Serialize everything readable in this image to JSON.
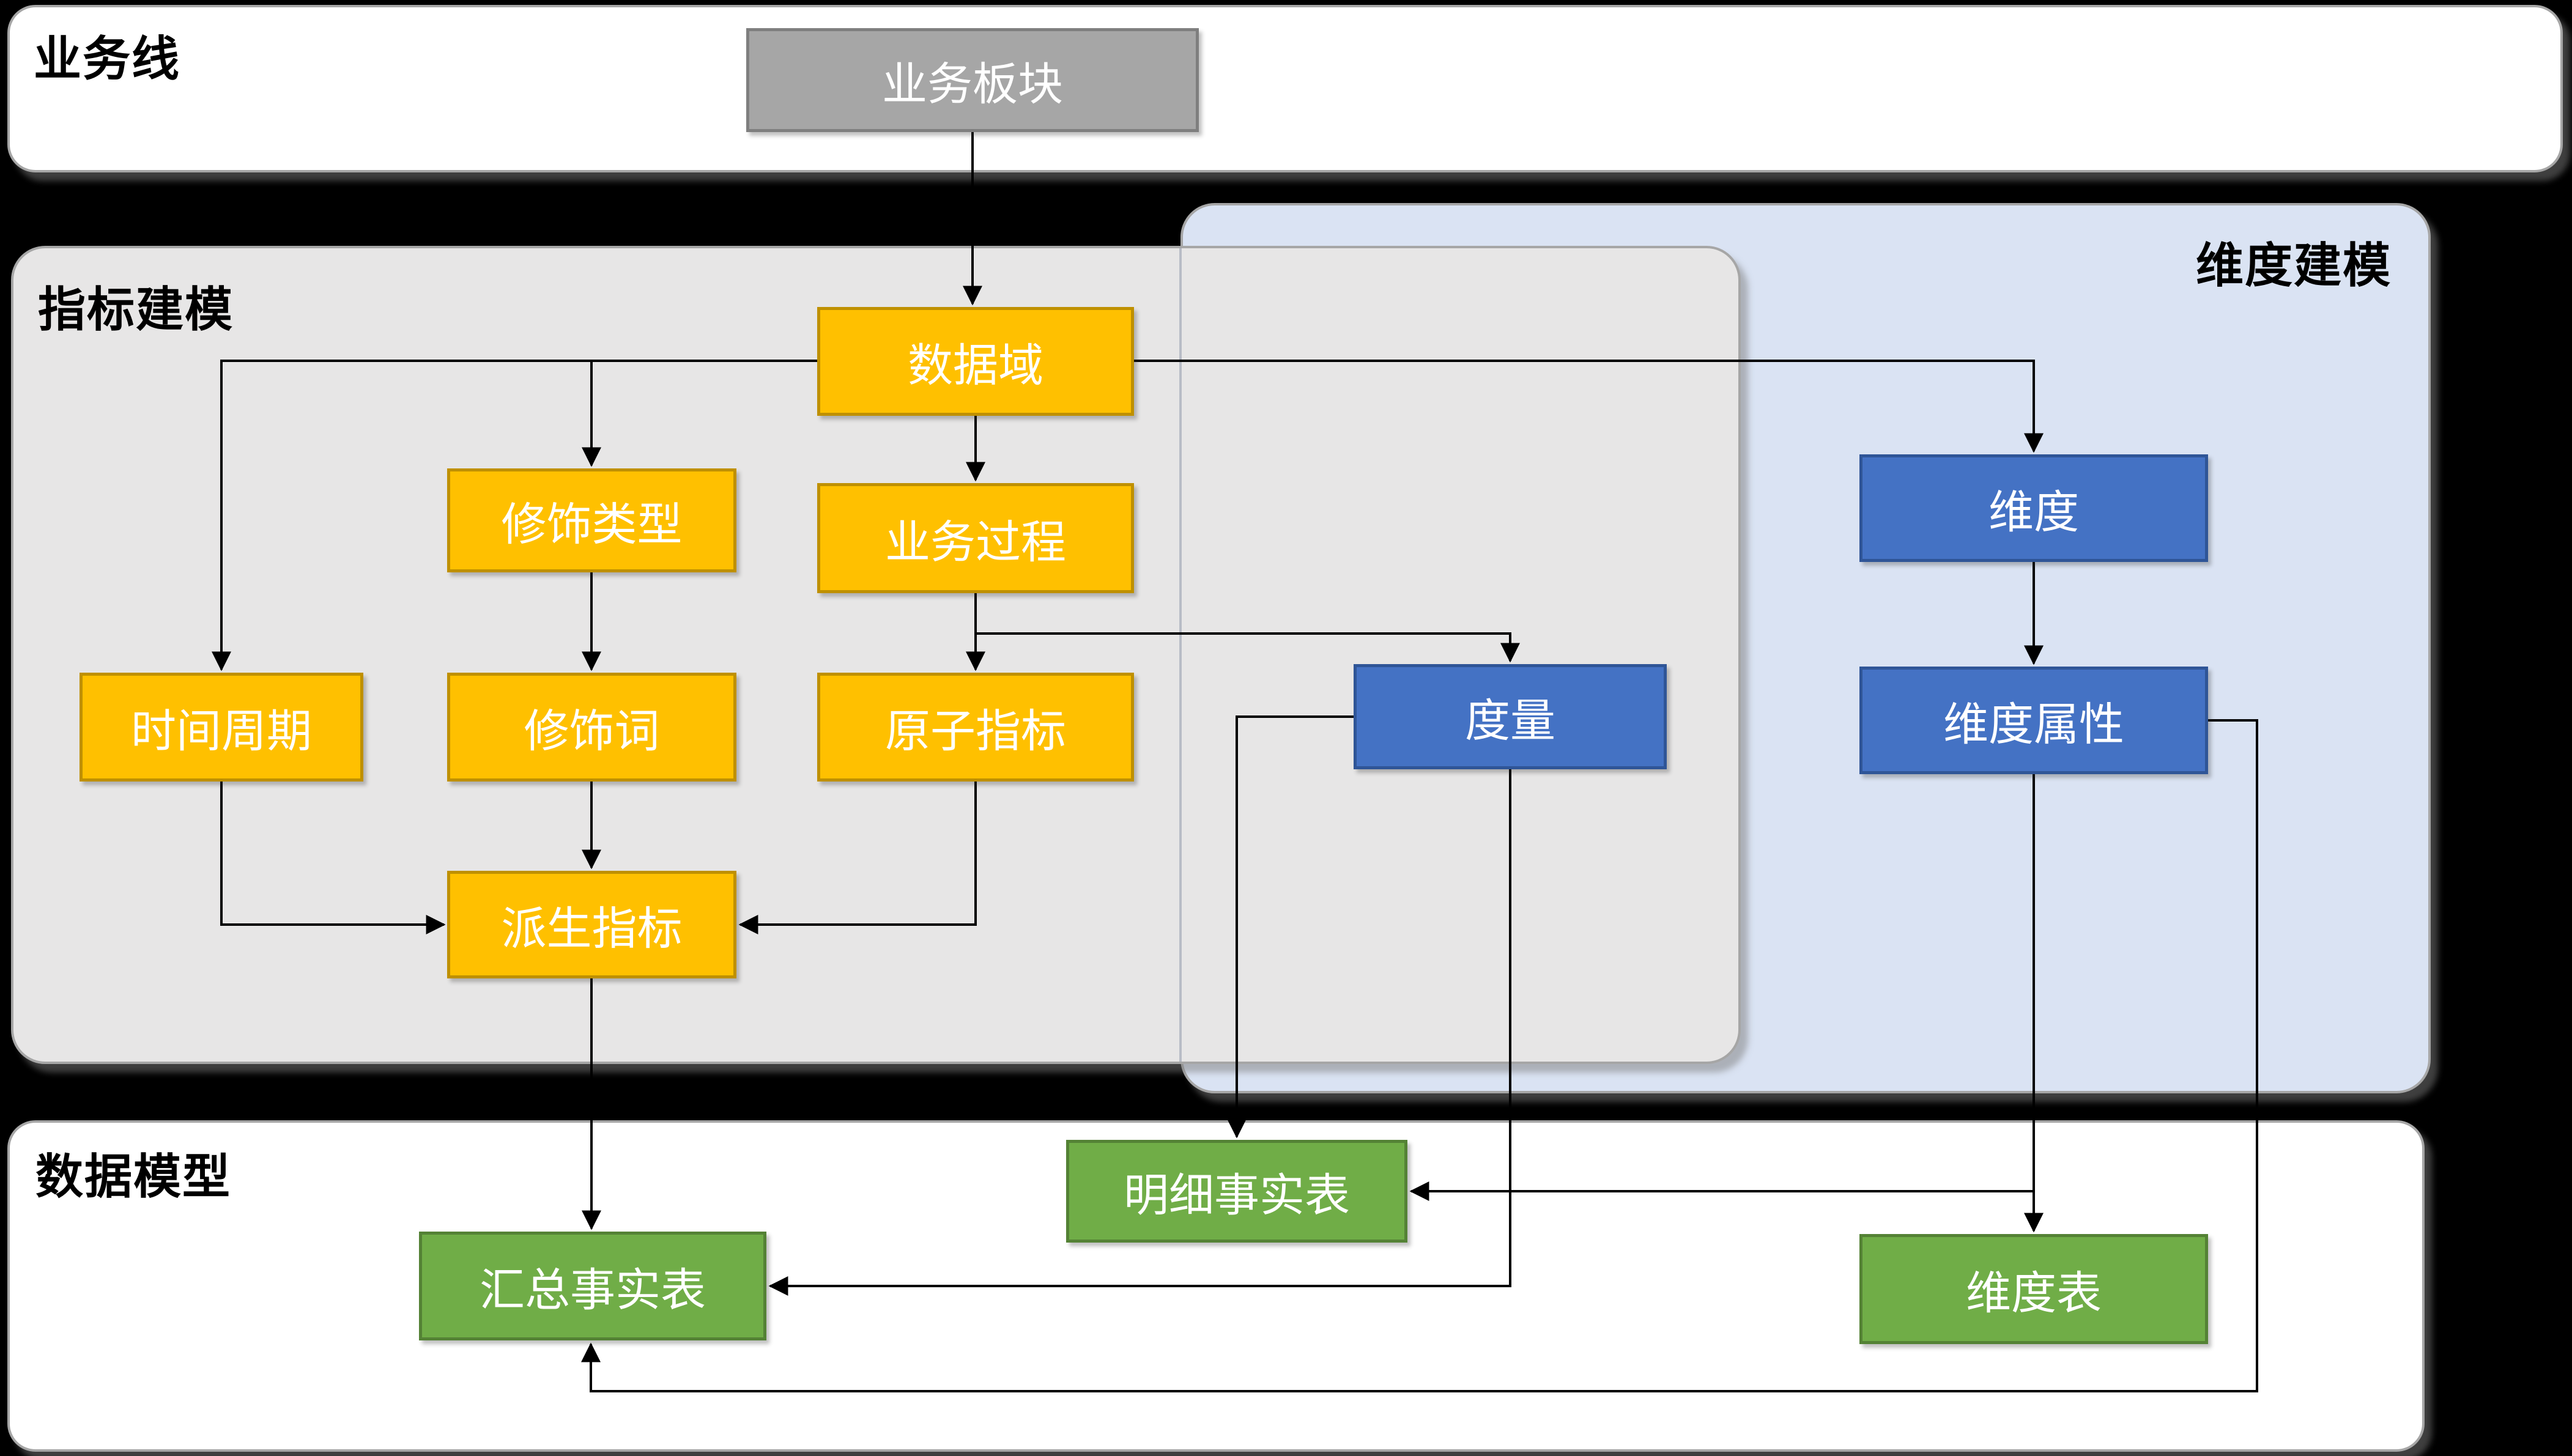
{
  "containers": {
    "business_line": {
      "label": "业务线"
    },
    "indicator_modeling": {
      "label": "指标建模"
    },
    "dimension_modeling": {
      "label": "维度建模"
    },
    "data_model": {
      "label": "数据模型"
    }
  },
  "nodes": {
    "business_sector": {
      "label": "业务板块",
      "color": "#A6A6A6"
    },
    "data_domain": {
      "label": "数据域",
      "color": "#FFC000"
    },
    "modifier_type": {
      "label": "修饰类型",
      "color": "#FFC000"
    },
    "business_process": {
      "label": "业务过程",
      "color": "#FFC000"
    },
    "time_period": {
      "label": "时间周期",
      "color": "#FFC000"
    },
    "modifier_word": {
      "label": "修饰词",
      "color": "#FFC000"
    },
    "atomic_indicator": {
      "label": "原子指标",
      "color": "#FFC000"
    },
    "derived_indicator": {
      "label": "派生指标",
      "color": "#FFC000"
    },
    "measure": {
      "label": "度量",
      "color": "#4472C4"
    },
    "dimension": {
      "label": "维度",
      "color": "#4472C4"
    },
    "dimension_attribute": {
      "label": "维度属性",
      "color": "#4472C4"
    },
    "detail_fact_table": {
      "label": "明细事实表",
      "color": "#70AD47"
    },
    "summary_fact_table": {
      "label": "汇总事实表",
      "color": "#70AD47"
    },
    "dimension_table": {
      "label": "维度表",
      "color": "#70AD47"
    }
  },
  "edges": [
    {
      "from": "business_sector",
      "to": "data_domain"
    },
    {
      "from": "data_domain",
      "to": "business_process"
    },
    {
      "from": "data_domain",
      "to": "time_period"
    },
    {
      "from": "data_domain",
      "to": "modifier_type"
    },
    {
      "from": "data_domain",
      "to": "dimension"
    },
    {
      "from": "modifier_type",
      "to": "modifier_word"
    },
    {
      "from": "modifier_word",
      "to": "derived_indicator"
    },
    {
      "from": "business_process",
      "to": "atomic_indicator"
    },
    {
      "from": "business_process",
      "to": "measure"
    },
    {
      "from": "time_period",
      "to": "derived_indicator"
    },
    {
      "from": "atomic_indicator",
      "to": "derived_indicator"
    },
    {
      "from": "derived_indicator",
      "to": "summary_fact_table"
    },
    {
      "from": "measure",
      "to": "detail_fact_table"
    },
    {
      "from": "measure",
      "to": "summary_fact_table"
    },
    {
      "from": "dimension",
      "to": "dimension_attribute"
    },
    {
      "from": "dimension_attribute",
      "to": "dimension_table"
    },
    {
      "from": "dimension_attribute",
      "to": "detail_fact_table"
    },
    {
      "from": "dimension_attribute",
      "to": "summary_fact_table"
    }
  ],
  "colors": {
    "background": "#000000",
    "container_white": "#FFFFFF",
    "container_gray": "#E7E6E6",
    "container_blue": "#DAE3F3",
    "container_border": "#A6A6A6",
    "node_gray": "#A6A6A6",
    "node_gray_border": "#7F7F7F",
    "node_yellow": "#FFC000",
    "node_yellow_border": "#BF9000",
    "node_blue": "#4472C4",
    "node_blue_border": "#2F5597",
    "node_green": "#70AD47",
    "node_green_border": "#548235",
    "connector": "#000000",
    "label_color": "#000000",
    "node_text": "#FFFFFF"
  }
}
